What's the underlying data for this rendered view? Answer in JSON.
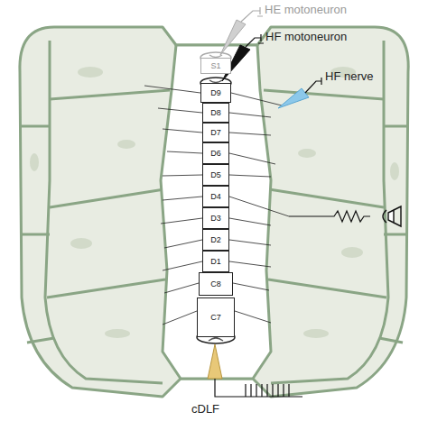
{
  "diagram": {
    "nodes": [
      {
        "text": [
          "S1"
        ]
      },
      {
        "text": [
          "D9"
        ]
      },
      {
        "text": [
          "D8"
        ]
      },
      {
        "text": [
          "D7"
        ]
      },
      {
        "text": [
          "D6"
        ]
      },
      {
        "text": [
          "D5"
        ]
      },
      {
        "text": [
          "D4"
        ]
      },
      {
        "text": [
          "D3"
        ]
      },
      {
        "text": [
          "D2"
        ]
      },
      {
        "text": [
          "D1"
        ]
      },
      {
        "text": [
          "C8"
        ]
      },
      {
        "text": [
          "C7"
        ]
      }
    ],
    "labels": [
      "HE motoneuron",
      "HF motoneuron",
      "HF nerve",
      "cDLF"
    ]
  }
}
